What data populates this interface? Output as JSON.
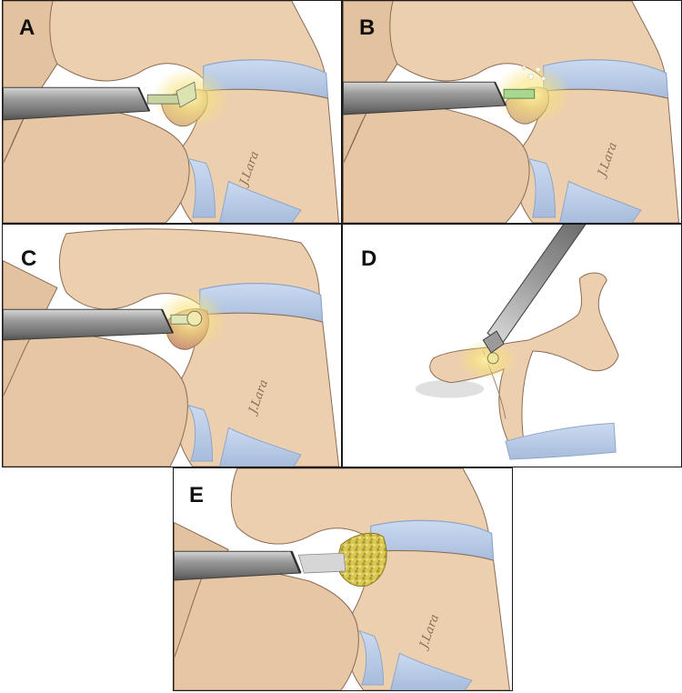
{
  "panels": [
    {
      "label": "A"
    },
    {
      "label": "B"
    },
    {
      "label": "C"
    },
    {
      "label": "D"
    },
    {
      "label": "E"
    }
  ],
  "signature": "J.Lara",
  "colors": {
    "bone": "#eccfaf",
    "bone_shadow": "#d9b48e",
    "outline": "#8a6a52",
    "disc": "#b9cce6",
    "disc_edge": "#8ea6c8",
    "metal": "#9b9b9b",
    "metal_dark": "#5c5c5c",
    "light_glow": "#f7e27a",
    "graft": "#c9b641"
  }
}
